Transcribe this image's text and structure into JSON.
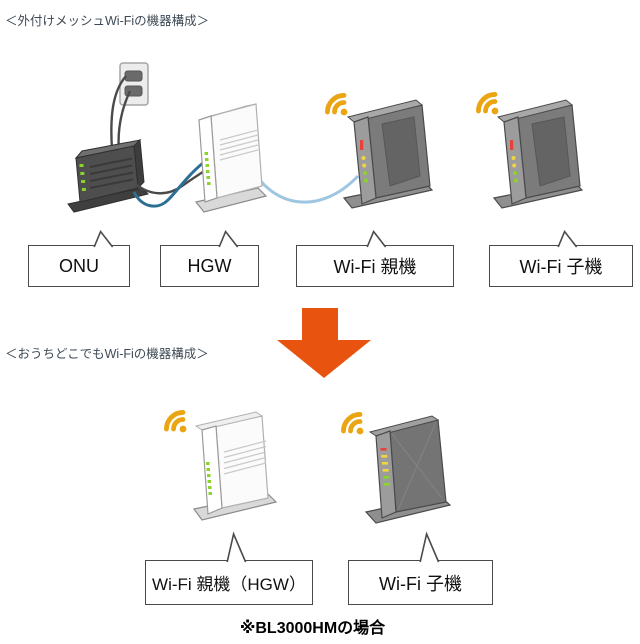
{
  "sections": [
    {
      "id": "external-mesh",
      "title": "＜外付けメッシュWi-Fiの機器構成＞",
      "devices": [
        {
          "id": "onu",
          "label": "ONU",
          "wifi": false
        },
        {
          "id": "hgw",
          "label": "HGW",
          "wifi": false
        },
        {
          "id": "wifi-parent",
          "label": "Wi-Fi 親機",
          "wifi": true
        },
        {
          "id": "wifi-child",
          "label": "Wi-Fi 子機",
          "wifi": true
        }
      ]
    },
    {
      "id": "home-anywhere",
      "title": "＜おうちどこでもWi-Fiの機器構成＞",
      "devices": [
        {
          "id": "hgw-wifi-parent",
          "label": "Wi-Fi 親機（HGW）",
          "wifi": true
        },
        {
          "id": "wifi-child",
          "label": "Wi-Fi 子機",
          "wifi": true
        }
      ],
      "note": "※BL3000HMの場合"
    }
  ],
  "colors": {
    "background": "#ffffff",
    "title_text": "#3d4a55",
    "label_text": "#111111",
    "callout_border": "#4a4a4a",
    "arrow": "#e8540f",
    "wifi_icon": "#eba513",
    "led_green": "#8cd42a",
    "led_yellow": "#f2d43c",
    "led_red": "#e8413a",
    "lan_cable_blue": "#2d6f93",
    "lan_cable_light_blue": "#9fc6e0",
    "power_cable": "#4a4a4a"
  },
  "icons": {
    "wifi": "wifi-signal-icon",
    "arrow": "down-arrow-icon"
  }
}
